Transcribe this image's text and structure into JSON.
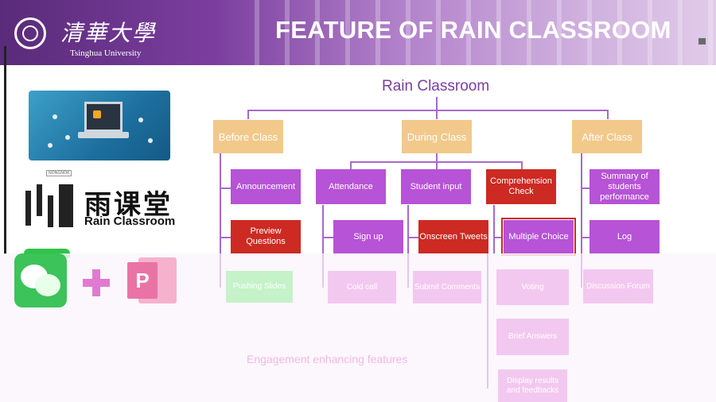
{
  "header": {
    "logo_cn": "清華大學",
    "logo_en": "Tsinghua University",
    "title": "FEATURE OF RAIN CLASSROOM"
  },
  "left": {
    "rain_logo_tag": "NONGNOR",
    "rain_logo_cn": "雨课堂",
    "rain_logo_en": "Rain Classroom"
  },
  "diagram": {
    "title": "Rain Classroom",
    "phases": [
      "Before Class",
      "During Class",
      "After Class"
    ],
    "before": [
      "Announcement",
      "Preview Questions",
      "Pushing Slides"
    ],
    "during_groups": [
      "Attendance",
      "Student input",
      "Comprehension Check"
    ],
    "attendance": [
      "Sign up",
      "Cold call"
    ],
    "student_input": [
      "Onscreen Tweets",
      "Submit Comments"
    ],
    "comprehension": [
      "Multiple Choice",
      "Voting",
      "Brief Answers",
      "Display results and feedbacks"
    ],
    "after": [
      "Summary of students performance",
      "Log",
      "Discussion Forum"
    ],
    "footer": "Engagement enhancing features"
  },
  "colors": {
    "orange": "#f2c98a",
    "purple": "#b653d6",
    "red": "#cc2a22",
    "title": "#7a3ea0"
  },
  "icons": [
    "wechat-icon",
    "plus-icon",
    "powerpoint-icon",
    "laptop-illustration"
  ]
}
